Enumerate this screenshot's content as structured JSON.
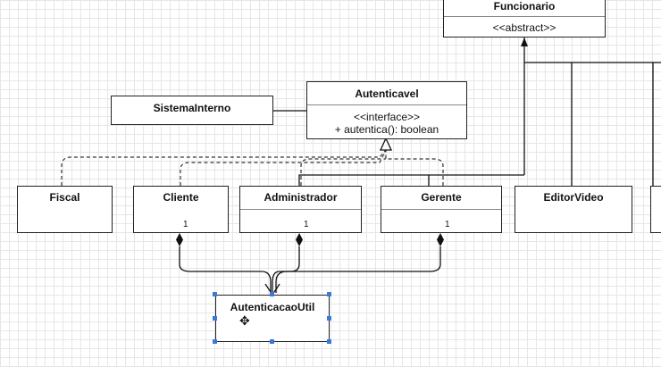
{
  "classes": {
    "funcionario": {
      "name": "Funcionario",
      "stereotype": "<<abstract>>"
    },
    "autenticavel": {
      "name": "Autenticavel",
      "stereotype": "<<interface>>",
      "method": "+ autentica(): boolean"
    },
    "sistema_interno": {
      "name": "SistemaInterno"
    },
    "fiscal": {
      "name": "Fiscal"
    },
    "cliente": {
      "name": "Cliente",
      "multiplicity": "1"
    },
    "administrador": {
      "name": "Administrador",
      "multiplicity": "1"
    },
    "gerente": {
      "name": "Gerente",
      "multiplicity": "1"
    },
    "editor_video": {
      "name": "EditorVideo"
    },
    "autenticacao_util": {
      "name": "AutenticacaoUtil"
    }
  },
  "icons": {
    "move": "move-cursor-icon"
  }
}
